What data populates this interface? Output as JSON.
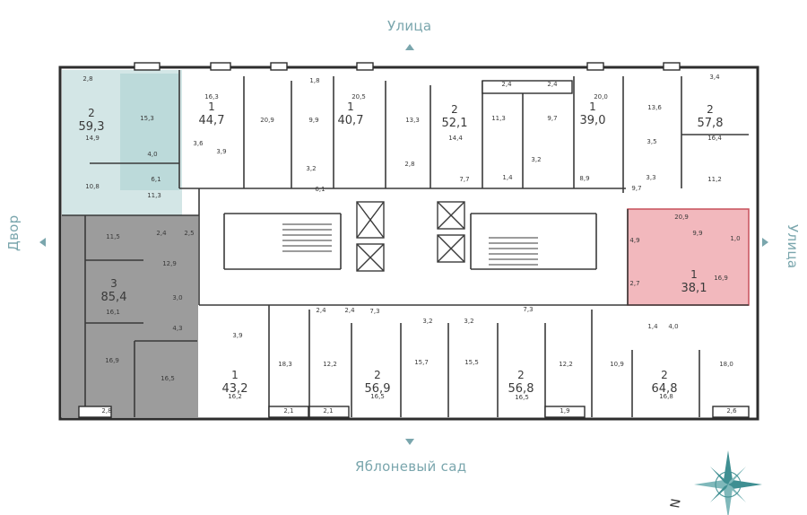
{
  "streets": {
    "top": "Улица",
    "bottom": "Яблоневый сад",
    "left": "Двор",
    "right": "Улица"
  },
  "compass": {
    "label": "N"
  },
  "apartments": [
    {
      "rooms": "2",
      "area": "59,3"
    },
    {
      "rooms": "1",
      "area": "44,7"
    },
    {
      "rooms": "1",
      "area": "40,7"
    },
    {
      "rooms": "2",
      "area": "52,1"
    },
    {
      "rooms": "1",
      "area": "39,0"
    },
    {
      "rooms": "2",
      "area": "57,8"
    },
    {
      "rooms": "3",
      "area": "85,4"
    },
    {
      "rooms": "1",
      "area": "38,1"
    },
    {
      "rooms": "1",
      "area": "43,2"
    },
    {
      "rooms": "2",
      "area": "56,9"
    },
    {
      "rooms": "2",
      "area": "56,8"
    },
    {
      "rooms": "2",
      "area": "64,8"
    }
  ],
  "room_areas": [
    "2,8",
    "15,3",
    "14,9",
    "10,8",
    "4,0",
    "6,1",
    "11,3",
    "16,3",
    "20,9",
    "3,6",
    "3,9",
    "1,8",
    "9,9",
    "3,2",
    "6,1",
    "20,5",
    "13,3",
    "2,8",
    "14,4",
    "7,7",
    "11,3",
    "9,7",
    "1,4",
    "3,2",
    "8,9",
    "2,4",
    "2,4",
    "20,0",
    "13,6",
    "3,4",
    "16,4",
    "3,5",
    "3,3",
    "9,7",
    "11,2",
    "11,5",
    "2,4",
    "2,5",
    "12,9",
    "16,1",
    "3,0",
    "4,3",
    "16,9",
    "16,5",
    "2,8",
    "9,9",
    "4,9",
    "1,0",
    "16,9",
    "2,7",
    "20,9",
    "3,9",
    "18,3",
    "2,4",
    "2,4",
    "12,2",
    "7,3",
    "16,5",
    "3,2",
    "3,2",
    "15,7",
    "15,5",
    "7,3",
    "12,2",
    "1,9",
    "16,5",
    "16,2",
    "2,1",
    "2,1",
    "10,9",
    "18,0",
    "16,8",
    "2,6",
    "4,0",
    "1,4"
  ]
}
